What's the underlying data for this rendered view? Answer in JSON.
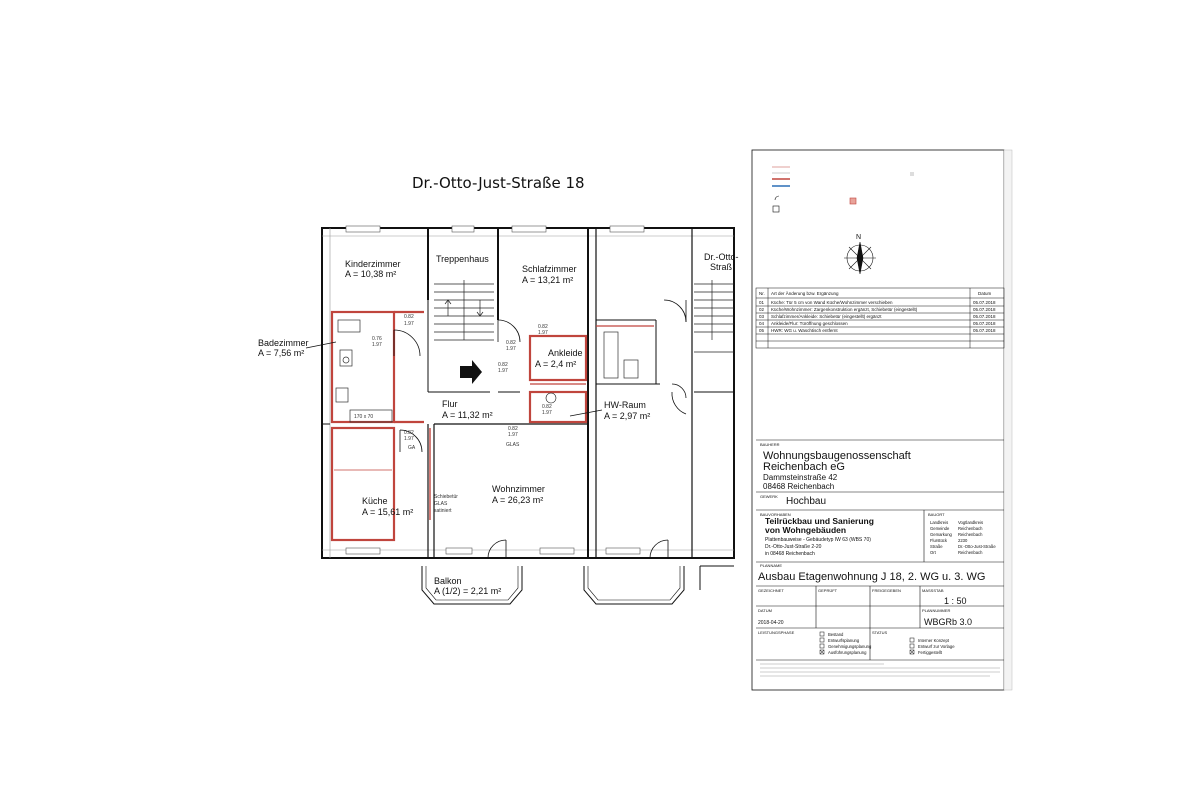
{
  "street_title": "Dr.-Otto-Just-Straße 18",
  "neighbor_label_1": "Dr.-Otto-",
  "neighbor_label_2": "Straß",
  "rooms": [
    {
      "id": "kinderzimmer",
      "name": "Kinderzimmer",
      "area": "A = 10,38 m²"
    },
    {
      "id": "treppenhaus",
      "name": "Treppenhaus",
      "area": ""
    },
    {
      "id": "schlafzimmer",
      "name": "Schlafzimmer",
      "area": "A = 13,21 m²"
    },
    {
      "id": "badezimmer",
      "name": "Badezimmer",
      "area": "A = 7,56 m²"
    },
    {
      "id": "ankleide",
      "name": "Ankleide",
      "area": "A = 2,4 m²"
    },
    {
      "id": "flur",
      "name": "Flur",
      "area": "A = 11,32 m²"
    },
    {
      "id": "hwraum",
      "name": "HW-Raum",
      "area": "A = 2,97 m²"
    },
    {
      "id": "kueche",
      "name": "Küche",
      "area": "A = 15,61 m²"
    },
    {
      "id": "wohnzimmer",
      "name": "Wohnzimmer",
      "area": "A = 26,23 m²"
    },
    {
      "id": "balkon",
      "name": "Balkon",
      "area": "A (1/2) = 2,21 m²"
    }
  ],
  "door_marks": {
    "bath_door": [
      "0.82",
      "1.97"
    ],
    "bath_door2": [
      "0.76",
      "1.97"
    ],
    "sleep_door": [
      "0.82",
      "1.97"
    ],
    "ankl_door": [
      "0.82",
      "1.97"
    ],
    "arrow_door": [
      "0.82",
      "1.97"
    ],
    "hw_door": [
      "0.82",
      "1.97"
    ],
    "kitchen_door": [
      "0.82",
      "1.97"
    ],
    "living_door": [
      "0.82",
      "1.97"
    ]
  },
  "labels": {
    "tub": "170 x 70",
    "ga": "GA",
    "glas": "GLAS",
    "schiebetuer_1": "Schiebetür",
    "schiebetuer_2": "GLAS",
    "schiebetuer_3": "satiniert"
  },
  "title_block": {
    "changes_header": [
      "Nr.",
      "Art der Änderung bzw. Ergänzung",
      "Datum"
    ],
    "changes": [
      [
        "01",
        "Küche: Tür 5 cm von Wand Küche/Wohnzimmer verschieben",
        "05.07.2018"
      ],
      [
        "02",
        "Küche/Wohnzimmer: Zargenkonstruktion ergänzt, Schiebetür (eingestellt)",
        "05.07.2018"
      ],
      [
        "03",
        "Schlafzimmer/Ankleide: Schiebetür (eingestellt) ergänzt",
        "05.07.2018"
      ],
      [
        "04",
        "Ankleide/Flur: Türöffnung geschlossen",
        "05.07.2018"
      ],
      [
        "05",
        "HWR: WG u. Waschtisch entfernt",
        "05.07.2018"
      ]
    ],
    "bauherr_label": "BAUHERR",
    "bauherr_name_1": "Wohnungsbaugenossenschaft",
    "bauherr_name_2": "Reichenbach eG",
    "bauherr_addr_1": "Dammsteinstraße 42",
    "bauherr_addr_2": "08468 Reichenbach",
    "gewerk_label": "GEWERK",
    "gewerk": "Hochbau",
    "bauvorhaben_label": "BAUVORHABEN",
    "bauvorhaben_1": "Teilrückbau und Sanierung",
    "bauvorhaben_2": "von Wohngebäuden",
    "bauvorhaben_3": "Plattenbauweise - Gebäudetyp IW 63 (WBS 70)",
    "bauvorhaben_4": "Dr.-Otto-Just-Straße 2-20",
    "bauvorhaben_5": "in 08468 Reichenbach",
    "bauort_label": "BAUORT",
    "bauort_rows": [
      [
        "Landkreis",
        "Vogtlandkreis"
      ],
      [
        "Gemeinde",
        "Reichenbach"
      ],
      [
        "Gemarkung",
        "Reichenbach"
      ],
      [
        "Flurstück",
        "2230"
      ],
      [
        "Straße",
        "Dr.-Otto-Just-Straße"
      ],
      [
        "Ort",
        "Reichenbach"
      ]
    ],
    "planname_label": "PLANNAME",
    "planname": "Ausbau Etagenwohnung J 18, 2. WG u. 3. WG",
    "gezeichnet_label": "GEZEICHNET",
    "geprueft_label": "GEPRÜFT",
    "freigegeben_label": "FREIGEGEBEN",
    "massstab_label": "MASSSTAB",
    "massstab": "1 : 50",
    "datum_label": "DATUM",
    "datum": "2018-04-20",
    "plannummer_label": "PLANNUMMER",
    "plannummer": "WBGRb 3.0",
    "leistungsphase_label": "LEISTUNGSPHASE",
    "leistungsphasen": [
      "Bestand",
      "Entwurfsplanung",
      "Genehmigungsplanung",
      "Ausführungsplanung"
    ],
    "status_label": "STATUS",
    "status_items": [
      "Interner Konzept",
      "Entwurf zur Vorlage",
      "Fertiggestellt"
    ],
    "north": "N"
  }
}
